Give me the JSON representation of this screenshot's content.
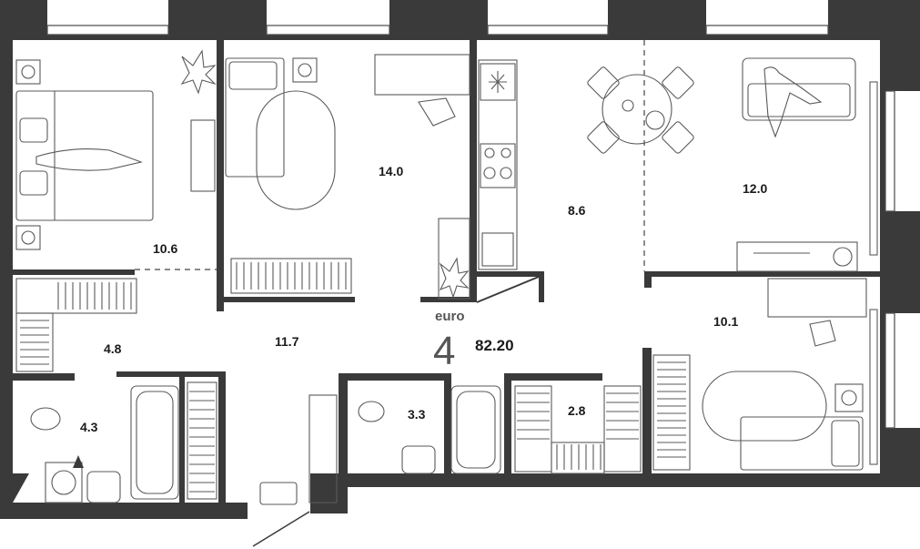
{
  "plan": {
    "unit_type": "euro",
    "room_count": "4",
    "total_area": "82.20"
  },
  "rooms": [
    {
      "id": "bedroom-1",
      "area": "10.6"
    },
    {
      "id": "bedroom-2",
      "area": "14.0"
    },
    {
      "id": "kitchen",
      "area": "8.6"
    },
    {
      "id": "living-room",
      "area": "12.0"
    },
    {
      "id": "bedroom-3",
      "area": "10.1"
    },
    {
      "id": "hallway",
      "area": "11.7"
    },
    {
      "id": "wardrobe",
      "area": "4.8"
    },
    {
      "id": "bathroom-1",
      "area": "4.3"
    },
    {
      "id": "bathroom-2",
      "area": "3.3"
    },
    {
      "id": "closet",
      "area": "2.8"
    }
  ],
  "colors": {
    "wall": "#3a3a3a",
    "line": "#4a4a4a",
    "text": "#1a1a1a",
    "background": "#ffffff"
  }
}
